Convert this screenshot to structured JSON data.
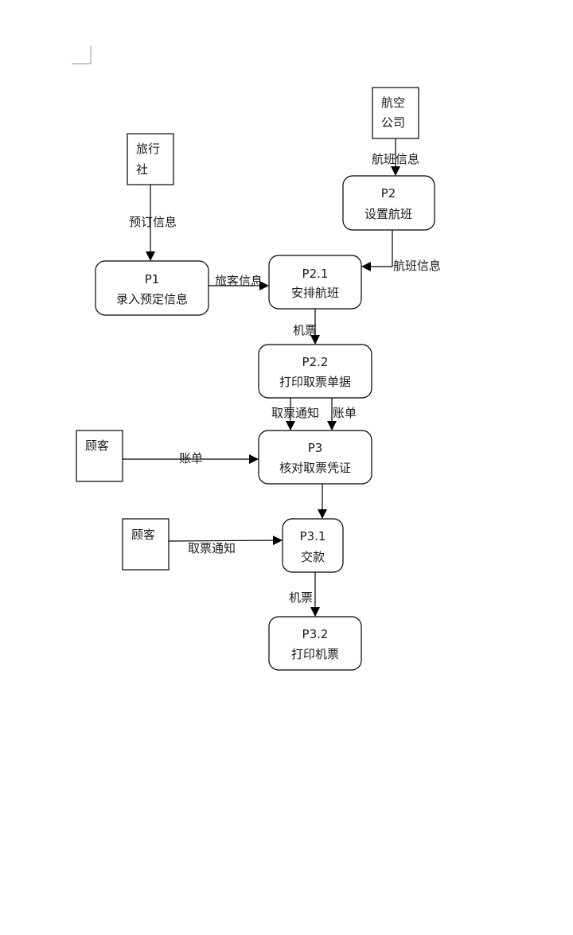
{
  "entities": {
    "travel_agency": {
      "line1": "旅行",
      "line2": "社"
    },
    "airline": {
      "line1": "航空",
      "line2": "公司"
    },
    "customer_a": {
      "label": "顾客"
    },
    "customer_b": {
      "label": "顾客"
    }
  },
  "processes": {
    "p1": {
      "id": "P1",
      "name": "录入预定信息"
    },
    "p2": {
      "id": "P2",
      "name": "设置航班"
    },
    "p21": {
      "id": "P2.1",
      "name": "安排航班"
    },
    "p22": {
      "id": "P2.2",
      "name": "打印取票单据"
    },
    "p3": {
      "id": "P3",
      "name": "核对取票凭证"
    },
    "p31": {
      "id": "P3.1",
      "name": "交款"
    },
    "p32": {
      "id": "P3.2",
      "name": "打印机票"
    }
  },
  "flows": {
    "booking_info": "预订信息",
    "flight_info_top": "航班信息",
    "flight_info_right": "航班信息",
    "passenger_info": "旅客信息",
    "ticket_a": "机票",
    "pickup_notice_a": "取票通知",
    "bill_a": "账单",
    "bill_b": "账单",
    "pickup_notice_b": "取票通知",
    "ticket_b": "机票"
  }
}
